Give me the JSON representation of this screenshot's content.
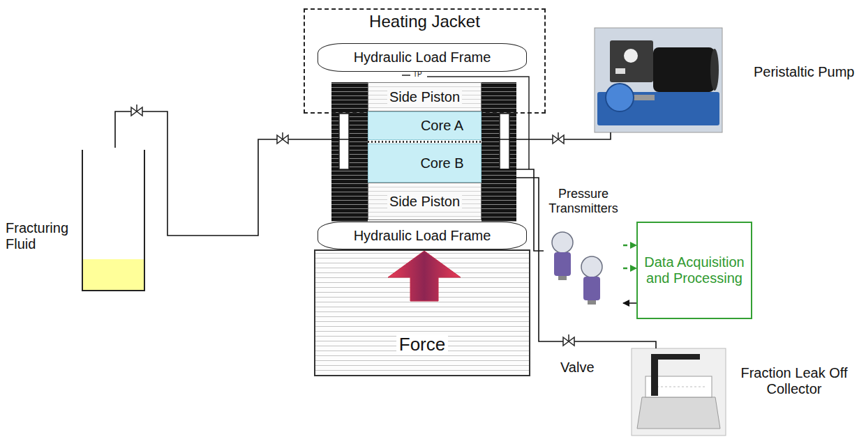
{
  "diagram": {
    "nodes": [
      {
        "text": [
          "Fracturing Fluid"
        ]
      },
      {
        "text": [
          "Heating Jacket"
        ]
      },
      {
        "text": [
          "Hydraulic Load Frame"
        ],
        "in": 1
      },
      {
        "text": [
          "Side Piston"
        ],
        "in": 1
      },
      {
        "text": [
          "Core A"
        ]
      },
      {
        "text": [
          "Core B"
        ]
      },
      {
        "text": [
          "Side Piston"
        ]
      },
      {
        "text": [
          "Hydraulic Load Frame"
        ]
      },
      {
        "text": [
          "Force"
        ]
      },
      {
        "text": [
          "Peristaltic Pump"
        ]
      },
      {
        "text": [
          "Pressure Transmitters"
        ]
      },
      {
        "text": [
          "Data Acquisition and Processing"
        ]
      },
      {
        "text": [
          "Fraction Leak Off Collector"
        ]
      }
    ],
    "edges": [
      {
        "from": 0,
        "to": 4,
        "arrow": "none"
      },
      {
        "from": 4,
        "to": 9,
        "arrow": "none"
      },
      {
        "from": 5,
        "to": 10,
        "arrow": "none"
      },
      {
        "from": 10,
        "to": 11,
        "arrow": "to"
      },
      {
        "from": 10,
        "to": 11,
        "arrow": "to"
      },
      {
        "from": 11,
        "to": 10,
        "arrow": "to"
      },
      {
        "from": 5,
        "to": 12,
        "arrow": "none"
      }
    ],
    "labels": [
      "TP",
      "Valve"
    ]
  }
}
